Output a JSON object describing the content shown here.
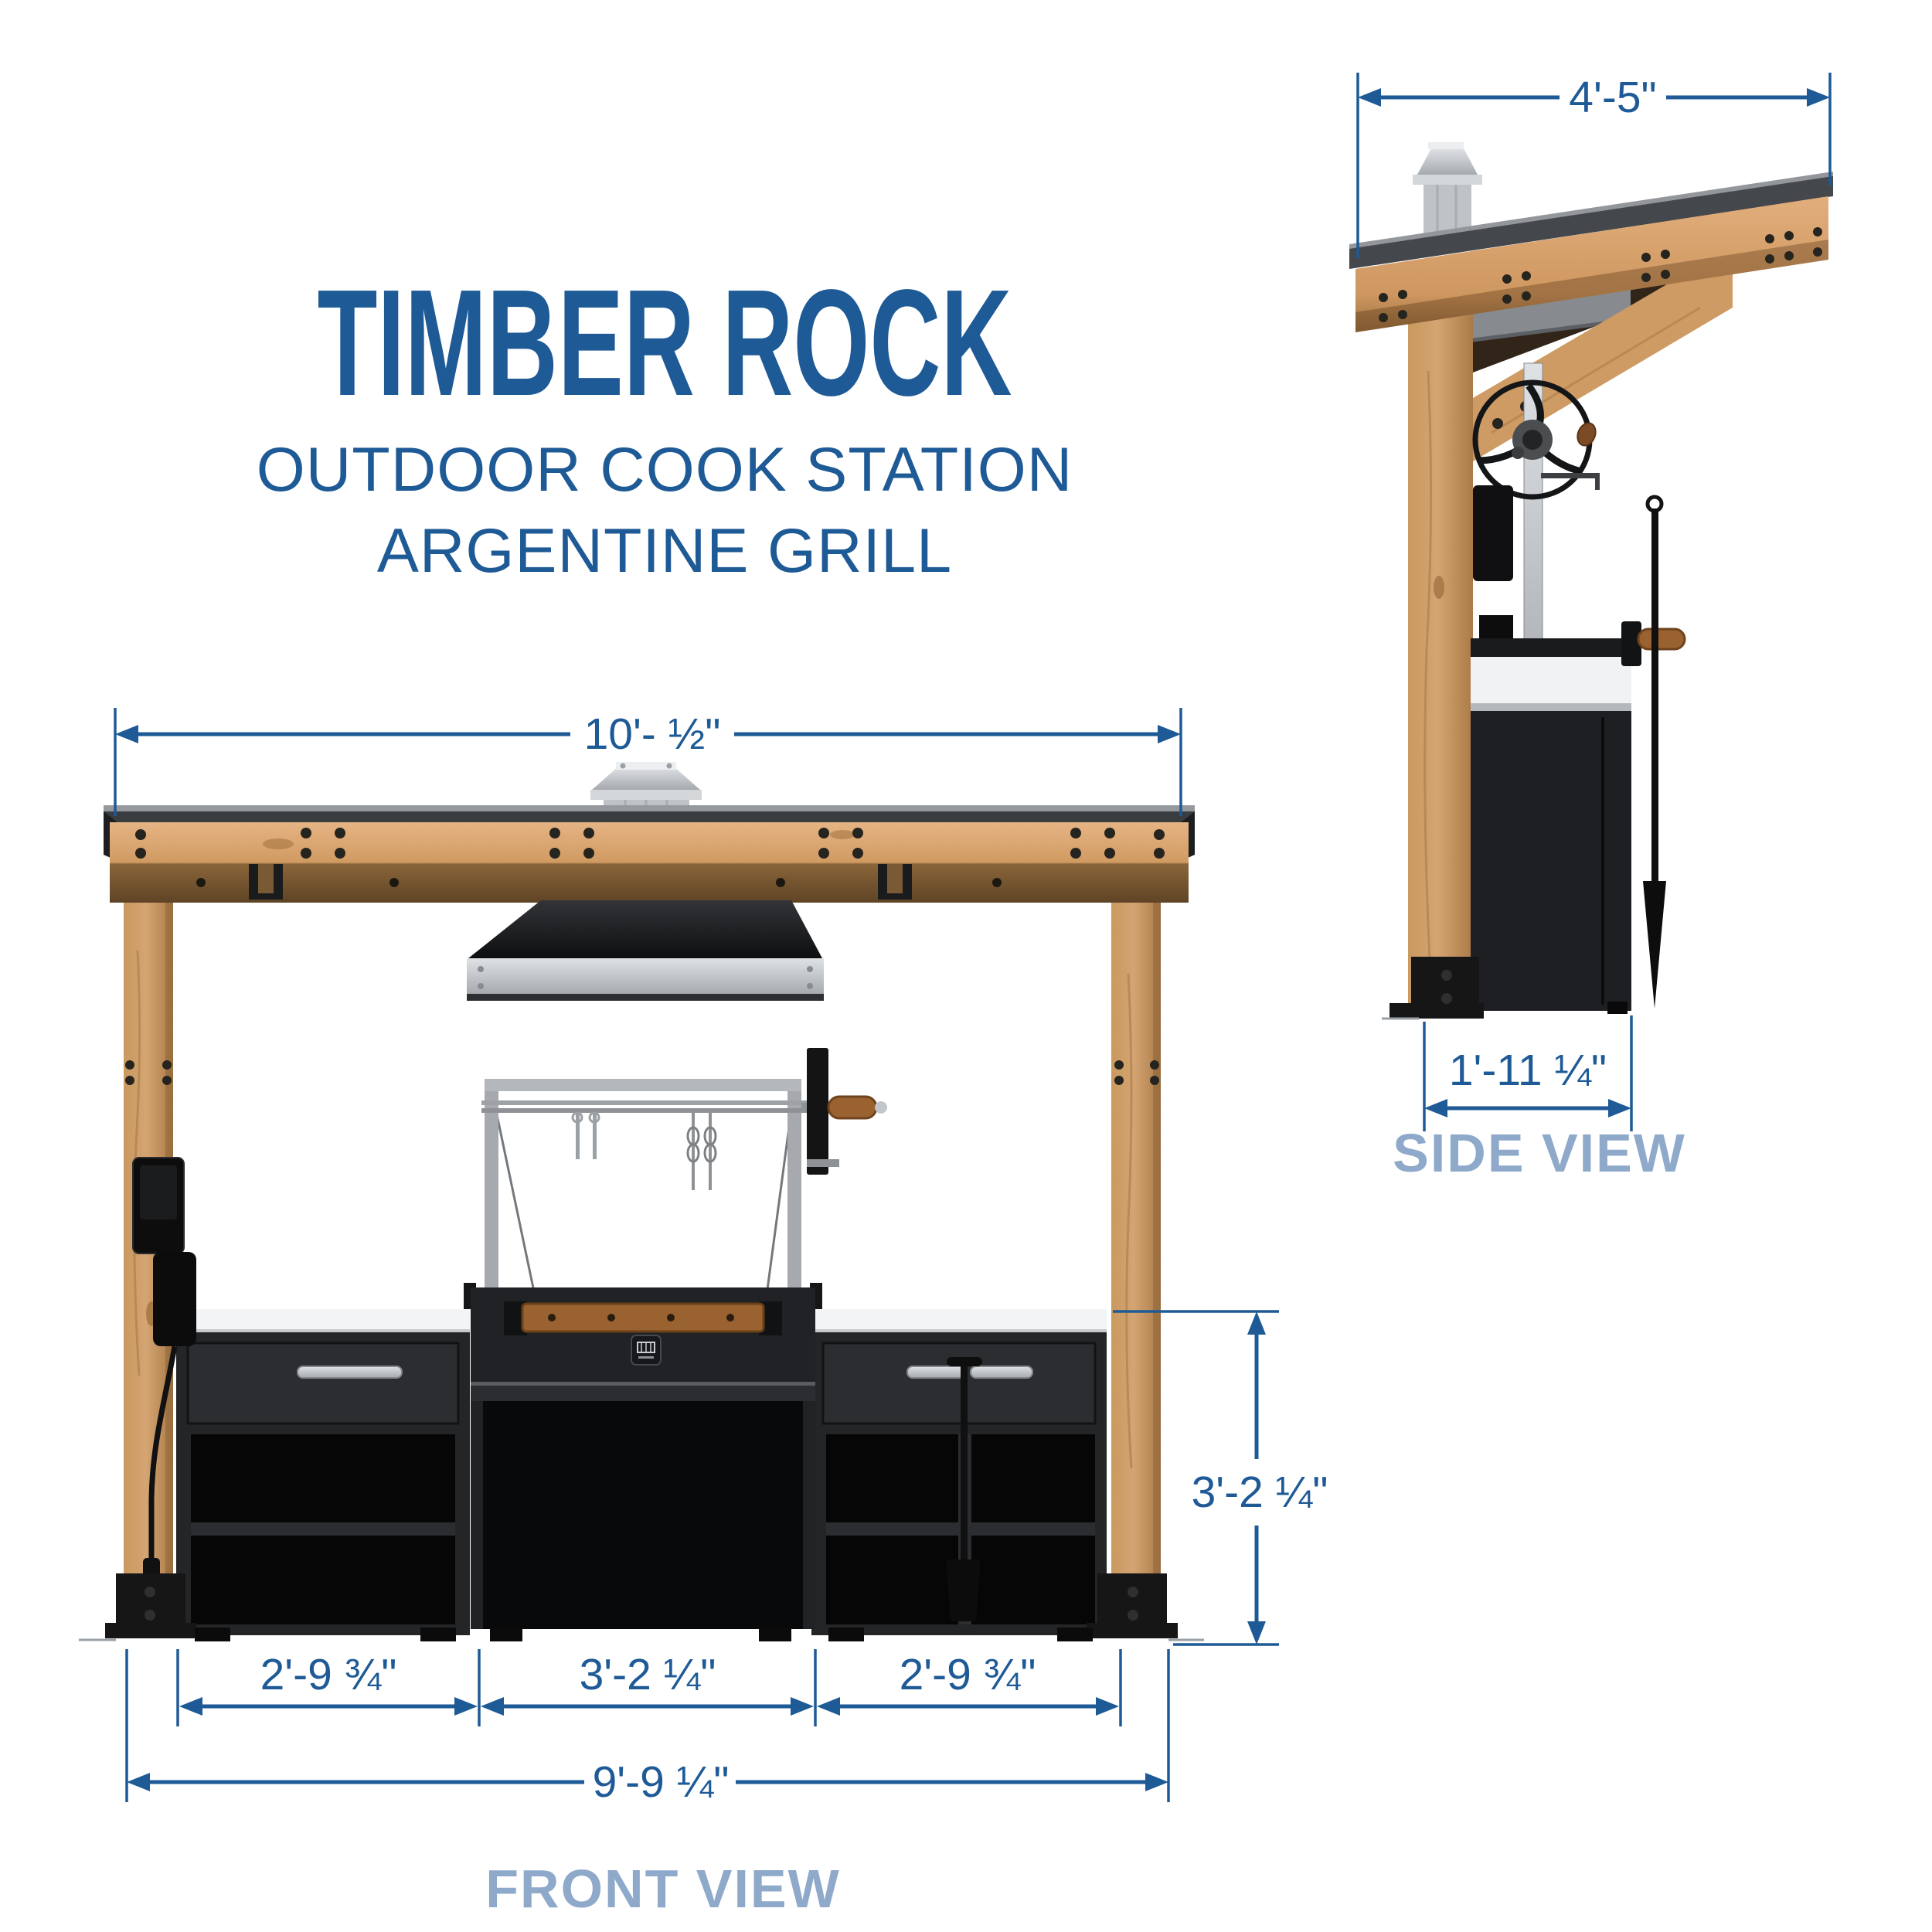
{
  "title": {
    "line1": "TIMBER ROCK",
    "line2": "OUTDOOR COOK STATION",
    "line3": "ARGENTINE GRILL"
  },
  "front_view": {
    "label": "FRONT VIEW",
    "dimensions": {
      "overall_width": "10'- ½\"",
      "counter_height": "3'-2 ¼\"",
      "left_section": "2'-9 ¾\"",
      "center_section": "3'-2 ¼\"",
      "right_section": "2'-9 ¾\"",
      "base_width": "9'-9 ¼\""
    }
  },
  "side_view": {
    "label": "SIDE VIEW",
    "dimensions": {
      "roof_depth": "4'-5\"",
      "base_depth": "1'-11 ¼\""
    }
  },
  "colors": {
    "dimension_blue": "#1e5a96",
    "title_blue": "#1e5a96",
    "view_label_blue": "#8ea9c9",
    "wood_light": "#e0ac7b",
    "wood_dark": "#6f5030",
    "roof_metal_gray": "#3a3d40",
    "cabinet_black": "#232527",
    "stainless_silver": "#c7cbcf",
    "countertop_white": "#f2f4f6"
  }
}
